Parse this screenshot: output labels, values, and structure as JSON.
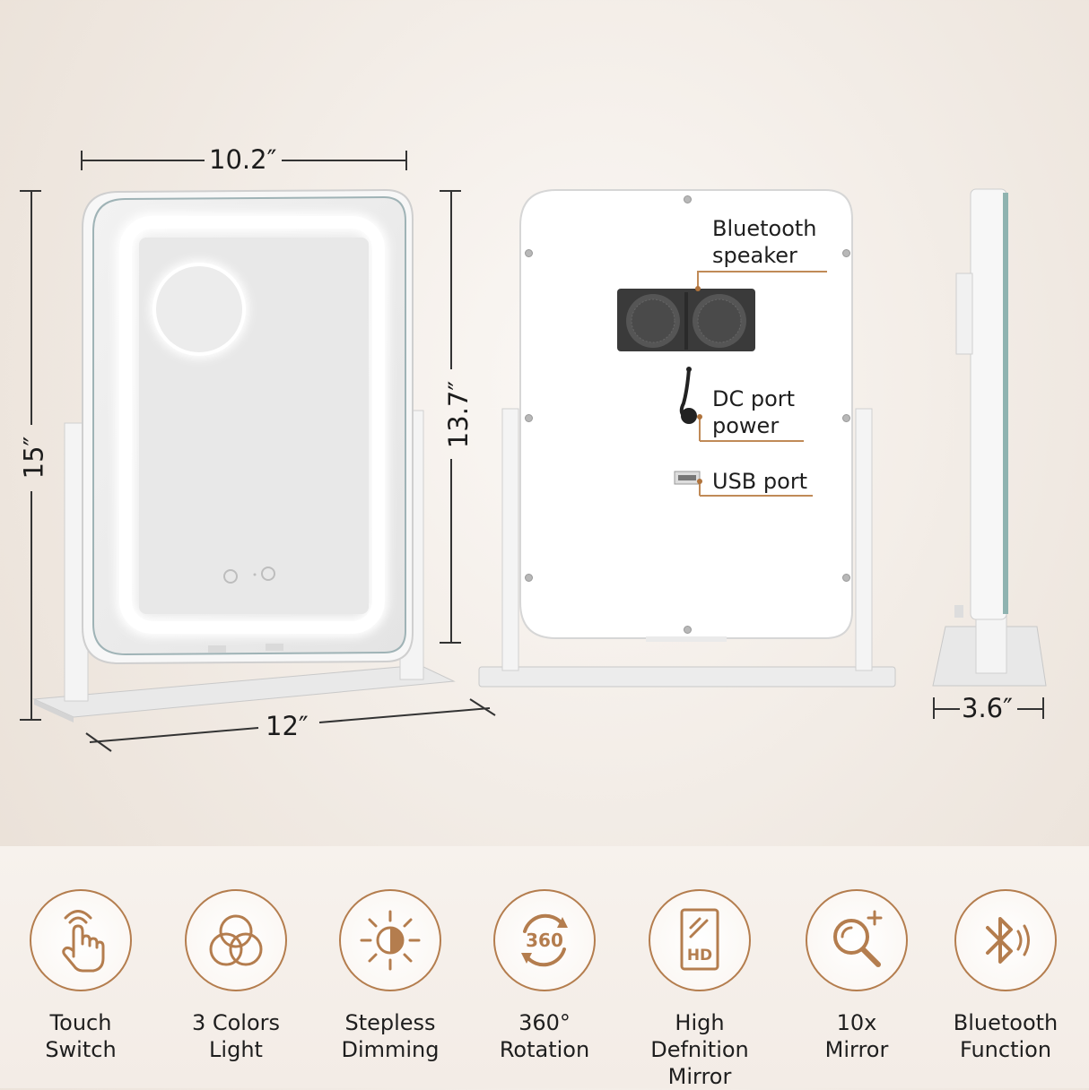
{
  "dimensions": {
    "width_top": "10.2″",
    "height_total": "15″",
    "width_base": "12″",
    "height_mirror": "13.7″",
    "depth": "3.6″"
  },
  "callouts": {
    "bluetooth_speaker": "Bluetooth\nspeaker",
    "dc_port": "DC port\npower",
    "usb_port": "USB port"
  },
  "features": [
    {
      "icon": "touch-switch-icon",
      "label": "Touch\nSwitch"
    },
    {
      "icon": "three-colors-icon",
      "label": "3 Colors\nLight"
    },
    {
      "icon": "dimming-icon",
      "label": "Stepless\nDimming"
    },
    {
      "icon": "rotation-360-icon",
      "label": "360°\nRotation",
      "badge": "360"
    },
    {
      "icon": "hd-mirror-icon",
      "label": "High Defnition\nMirror",
      "badge": "HD"
    },
    {
      "icon": "magnifier-icon",
      "label": "10x\nMirror"
    },
    {
      "icon": "bluetooth-icon",
      "label": "Bluetooth\nFunction"
    }
  ],
  "colors": {
    "accent": "#b47d4e",
    "accent_line": "#c08a57",
    "background": "#f3ece6"
  }
}
